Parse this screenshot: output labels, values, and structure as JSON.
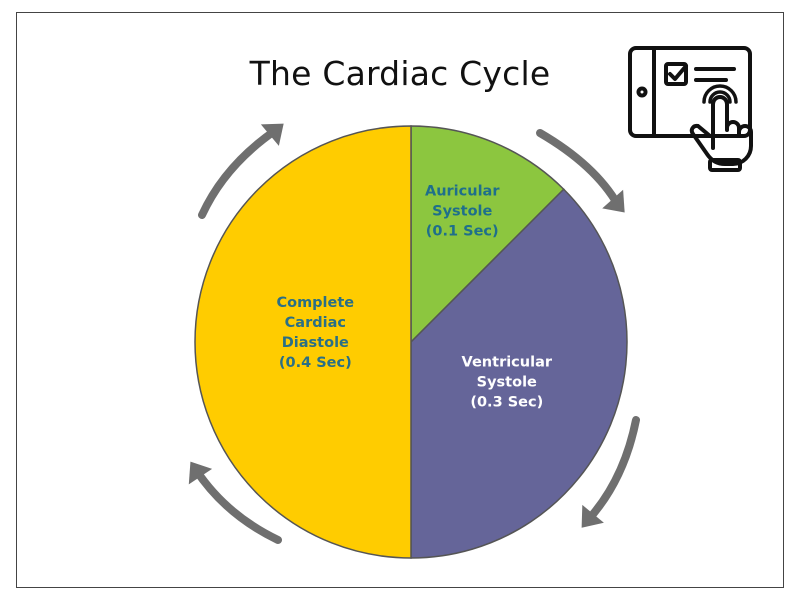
{
  "page": {
    "title": "The Cardiac Cycle"
  },
  "chart_data": {
    "type": "pie",
    "title": "The Cardiac Cycle",
    "unit": "Sec",
    "slices": [
      {
        "lines": [
          "Auricular",
          "Systole",
          "(0.1 Sec)"
        ],
        "value": 0.1,
        "color": "#8cc63f",
        "text_color": "#1f6f8b"
      },
      {
        "lines": [
          "Ventricular",
          "Systole",
          "(0.3 Sec)"
        ],
        "value": 0.3,
        "color": "#656599",
        "text_color": "#ffffff"
      },
      {
        "lines": [
          "Complete",
          "Cardiac",
          "Diastole",
          "(0.4 Sec)"
        ],
        "value": 0.4,
        "color": "#ffcc00",
        "text_color": "#2a6f86"
      }
    ],
    "direction": "clockwise",
    "start_angle": "12 o'clock",
    "cycle_arrows": "clockwise"
  },
  "icon": {
    "name": "tablet-checklist-tap-icon"
  },
  "colors": {
    "border": "#444444",
    "arrow": "#6f6f6f"
  }
}
